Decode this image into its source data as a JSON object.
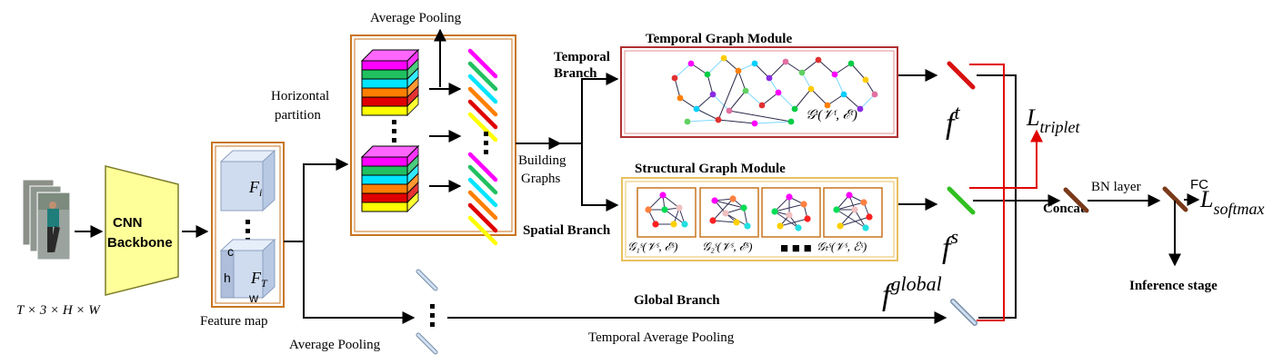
{
  "input": {
    "dims": "T × 3 × H × W"
  },
  "backbone": {
    "label_line1": "CNN",
    "label_line2": "Backbone"
  },
  "feature_map": {
    "label": "Feature map",
    "top_var": "F",
    "top_sub": "i",
    "bottom_var": "F",
    "bottom_sub": "T",
    "dim_c": "c",
    "dim_h": "h",
    "dim_w": "w"
  },
  "partition": {
    "label_line1": "Horizontal",
    "label_line2": "partition",
    "avg_pool_label": "Average Pooling",
    "strip_colors": [
      "#ff00ff",
      "#20c060",
      "#00e5ff",
      "#ff7f00",
      "#e00000",
      "#ffff00"
    ]
  },
  "building": {
    "line1": "Building",
    "line2": "Graphs"
  },
  "temporal": {
    "module_title": "Temporal  Graph Module",
    "branch_line1": "Temporal",
    "branch_line2": "Branch",
    "graph_label": "𝒢ᵗ(𝒱ᵗ, ℰᵗ)",
    "feature_var": "f",
    "feature_sup": "t"
  },
  "structural": {
    "module_title": "Structural Graph Module",
    "branch_label": "Spatial Branch",
    "graph_labels": [
      "𝒢₁ˢ(𝒱ˢ, ℰˢ)",
      "𝒢₂ˢ(𝒱ˢ, ℰˢ)",
      "𝒢ₜˢ(𝒱ˢ, ℰˢ)"
    ],
    "ellipsis": "■ ■ ■",
    "feature_var": "f",
    "feature_sup": "s"
  },
  "global": {
    "branch_label": "Global Branch",
    "avg_pool_label": "Average  Pooling",
    "temporal_avg_label": "Temporal Average Pooling",
    "feature_var": "f",
    "feature_sup": "global"
  },
  "loss": {
    "triplet_var": "L",
    "triplet_sub": "triplet",
    "softmax_var": "L",
    "softmax_sub": "softmax"
  },
  "head": {
    "concat_label": "Concat",
    "bn_label": "BN layer",
    "fc_label": "FC",
    "inference_label": "Inference stage"
  },
  "colors": {
    "backbone_fill": "#ffff99",
    "box_border": "#c8761f",
    "temporal_border": "#b03030",
    "cube_fill": "#cfdcf0",
    "arrow": "#000000",
    "triplet_arrow": "#e00000",
    "bar_red": "#d81010",
    "bar_green": "#30c020",
    "bar_brown": "#7a3a1a",
    "bar_blue": "#a9c6e8"
  }
}
